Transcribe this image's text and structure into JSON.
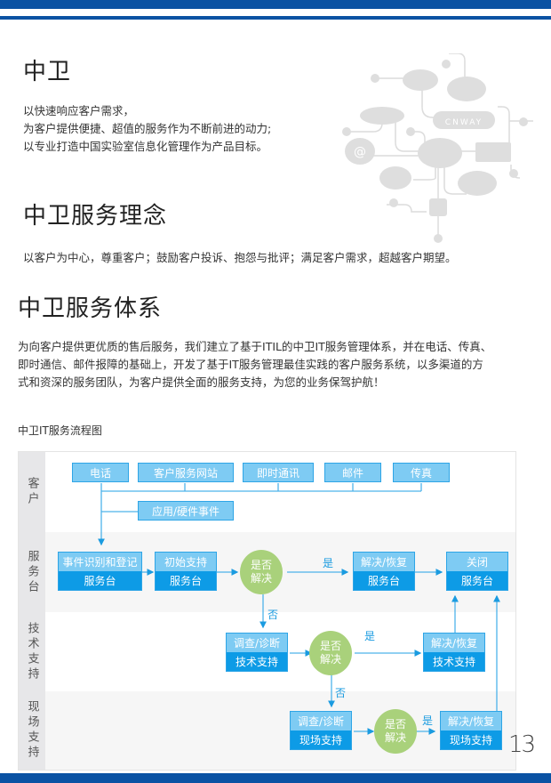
{
  "section1": {
    "title": "中卫",
    "lines": [
      "以快速响应客户需求，",
      "为客户提供便捷、超值的服务作为不断前进的动力;",
      "以专业打造中国实验室信息化管理作为产品目标。"
    ]
  },
  "section2": {
    "title": "中卫服务理念",
    "text": "以客户为中心，尊重客户；鼓励客户投诉、抱怨与批评；满足客户需求，超越客户期望。"
  },
  "section3": {
    "title": "中卫服务体系",
    "lines": [
      "为向客户提供更优质的售后服务，我们建立了基于ITIL的中卫IT服务管理体系，并在电话、传真、",
      "即时通信、邮件报障的基础上，开发了基于IT服务管理最佳实践的客户服务系统，以多渠道的方",
      "式和资深的服务团队，为客户提供全面的服务支持，为您的业务保驾护航！"
    ]
  },
  "illustration": {
    "logo_text": "CNWAY"
  },
  "flow": {
    "caption": "中卫IT服务流程图",
    "lanes": [
      "客户",
      "服务台",
      "技术支持",
      "现场支持"
    ],
    "channels": [
      "电话",
      "客户服务网站",
      "即时通讯",
      "邮件",
      "传真"
    ],
    "event": "应用/硬件事件",
    "desk": {
      "identify": "事件识别和登记",
      "initial": "初始支持",
      "resolve": "解决/恢复",
      "close": "关闭",
      "owner": "服务台"
    },
    "tech": {
      "diagnose": "调查/诊断",
      "resolve": "解决/恢复",
      "owner": "技术支持"
    },
    "field": {
      "diagnose": "调查/诊断",
      "resolve": "解决/恢复",
      "owner": "现场支持"
    },
    "decision": "是否解决",
    "yes": "是",
    "no": "否"
  },
  "page_number": "13",
  "colors": {
    "brand": "#0a52a3",
    "box": "#0d9be6",
    "box_light": "#7ecbf3",
    "decision": "#a9d17b"
  }
}
